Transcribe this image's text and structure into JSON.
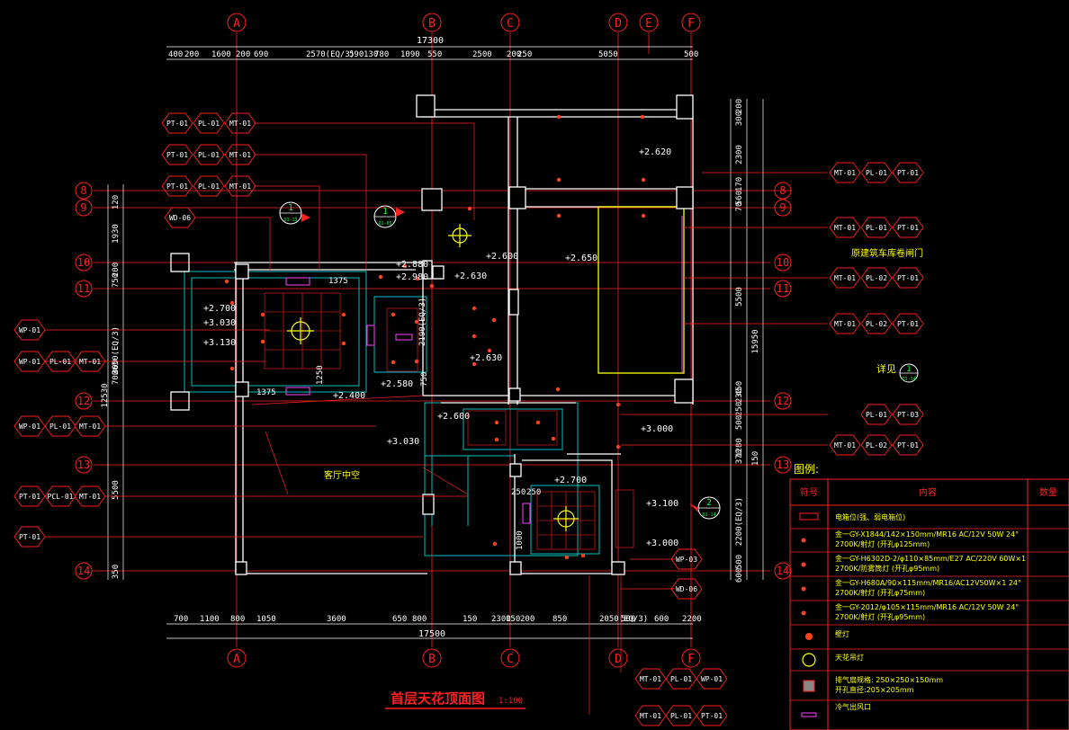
{
  "title": "首层天花顶面图",
  "scale": "1:100",
  "grid_cols": [
    "A",
    "B",
    "C",
    "D",
    "E",
    "F"
  ],
  "grid_rows": [
    "8",
    "9",
    "10",
    "11",
    "12",
    "13",
    "14"
  ],
  "top_total": "17300",
  "top_dims": [
    "400",
    "200",
    "1600",
    "200",
    "690",
    "2570(EQ/3)",
    "590",
    "130",
    "780",
    "1090",
    "550",
    "2500",
    "200",
    "250",
    "5050",
    "500"
  ],
  "bottom_total": "17500",
  "bottom_dims": [
    "700",
    "1100",
    "800",
    "1050",
    "3600",
    "650",
    "800",
    "150",
    "2300",
    "150",
    "200",
    "850",
    "2050(EQ/3)",
    "500",
    "600",
    "2200"
  ],
  "left_dims": [
    "120",
    "1930",
    "750",
    "200",
    "2650(EQ/3)",
    "700",
    "300",
    "12530",
    "5500",
    "350"
  ],
  "right_dims": [
    "200",
    "300",
    "2300",
    "170",
    "560",
    "70",
    "5500",
    "15950",
    "450",
    "230",
    "250",
    "500",
    "1280",
    "370",
    "150",
    "2200(EQ/3)",
    "500",
    "600"
  ],
  "tags": {
    "pt": "PT-01",
    "pl": "PL-01",
    "pl2": "PL-02",
    "mt": "MT-01",
    "wp": "WP-01",
    "wd": "WD-06",
    "wp3": "WP-03",
    "pt3": "PT-03",
    "pcl": "PCL-01"
  },
  "section_marks": [
    {
      "num": "1",
      "ref": "D1-13"
    },
    {
      "num": "1",
      "ref": "D1-05"
    },
    {
      "num": "2",
      "ref": "D1-14"
    }
  ],
  "detail_ref": {
    "label": "详见",
    "num": "1",
    "ref": "D1-14"
  },
  "garage_note": "原建筑车库卷闸门",
  "living_void": "客厅中空",
  "elevations": [
    "+2.620",
    "+2.650",
    "+2.600",
    "+2.880",
    "+2.980",
    "+2.630",
    "+2.700",
    "+3.030",
    "+3.130",
    "+2.630",
    "+2.580",
    "+2.400",
    "+2.600",
    "+3.030",
    "+3.000",
    "+2.700",
    "+3.100",
    "+3.000"
  ],
  "room_dims": [
    "1375",
    "1375",
    "1250",
    "2190(EQ/3)",
    "750",
    "250",
    "250",
    "1000"
  ],
  "legend": {
    "heading": "图例:",
    "cols": [
      "符号",
      "内容",
      "数量"
    ],
    "rows": [
      "电箱位(强、弱电箱位)",
      "金一GY-X1844/142×150mm/MR16 AC/12V 50W 24°",
      "2700K/射灯 (开孔φ125mm)",
      "金一GY-H6302D-2/φ110×85mm/E27 AC/220V 60W×1",
      "2700K/防雾筒灯 (开孔φ95mm)",
      "金一GY-H680A/90×115mm/MR16/AC12V50W×1 24°",
      "2700K/射灯 (开孔φ75mm)",
      "金一GY-2012/φ105×115mm/MR16 AC/12V 50W 24°",
      "2700K/射灯 (开孔φ95mm)",
      "壁灯",
      "天花吊灯",
      "排气扇规格: 250×250×150mm",
      "开孔直径:205×205mm",
      "冷气出风口"
    ]
  },
  "colors": {
    "bg": "#000000",
    "wall": "#ffffff",
    "dim": "#ffffff",
    "red": "#ff2020",
    "yellow": "#ffff00",
    "green": "#00ff40",
    "cyan": "#00c0c0",
    "magenta": "#ff40ff"
  }
}
